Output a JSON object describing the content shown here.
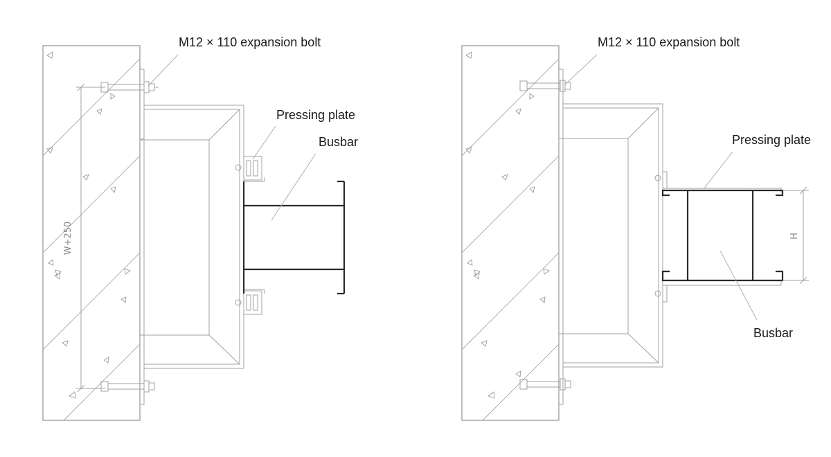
{
  "left_view": {
    "bolt_label": "M12 × 110 expansion bolt",
    "plate_label": "Pressing plate",
    "busbar_label": "Busbar",
    "dimension_label": "W+250"
  },
  "right_view": {
    "bolt_label": "M12 × 110 expansion bolt",
    "plate_label": "Pressing plate",
    "busbar_label": "Busbar",
    "dimension_label": "H"
  },
  "colors": {
    "drawing_line": "#9a9a9a",
    "busbar_line": "#2a2a2a",
    "text": "#1a1a1a"
  }
}
